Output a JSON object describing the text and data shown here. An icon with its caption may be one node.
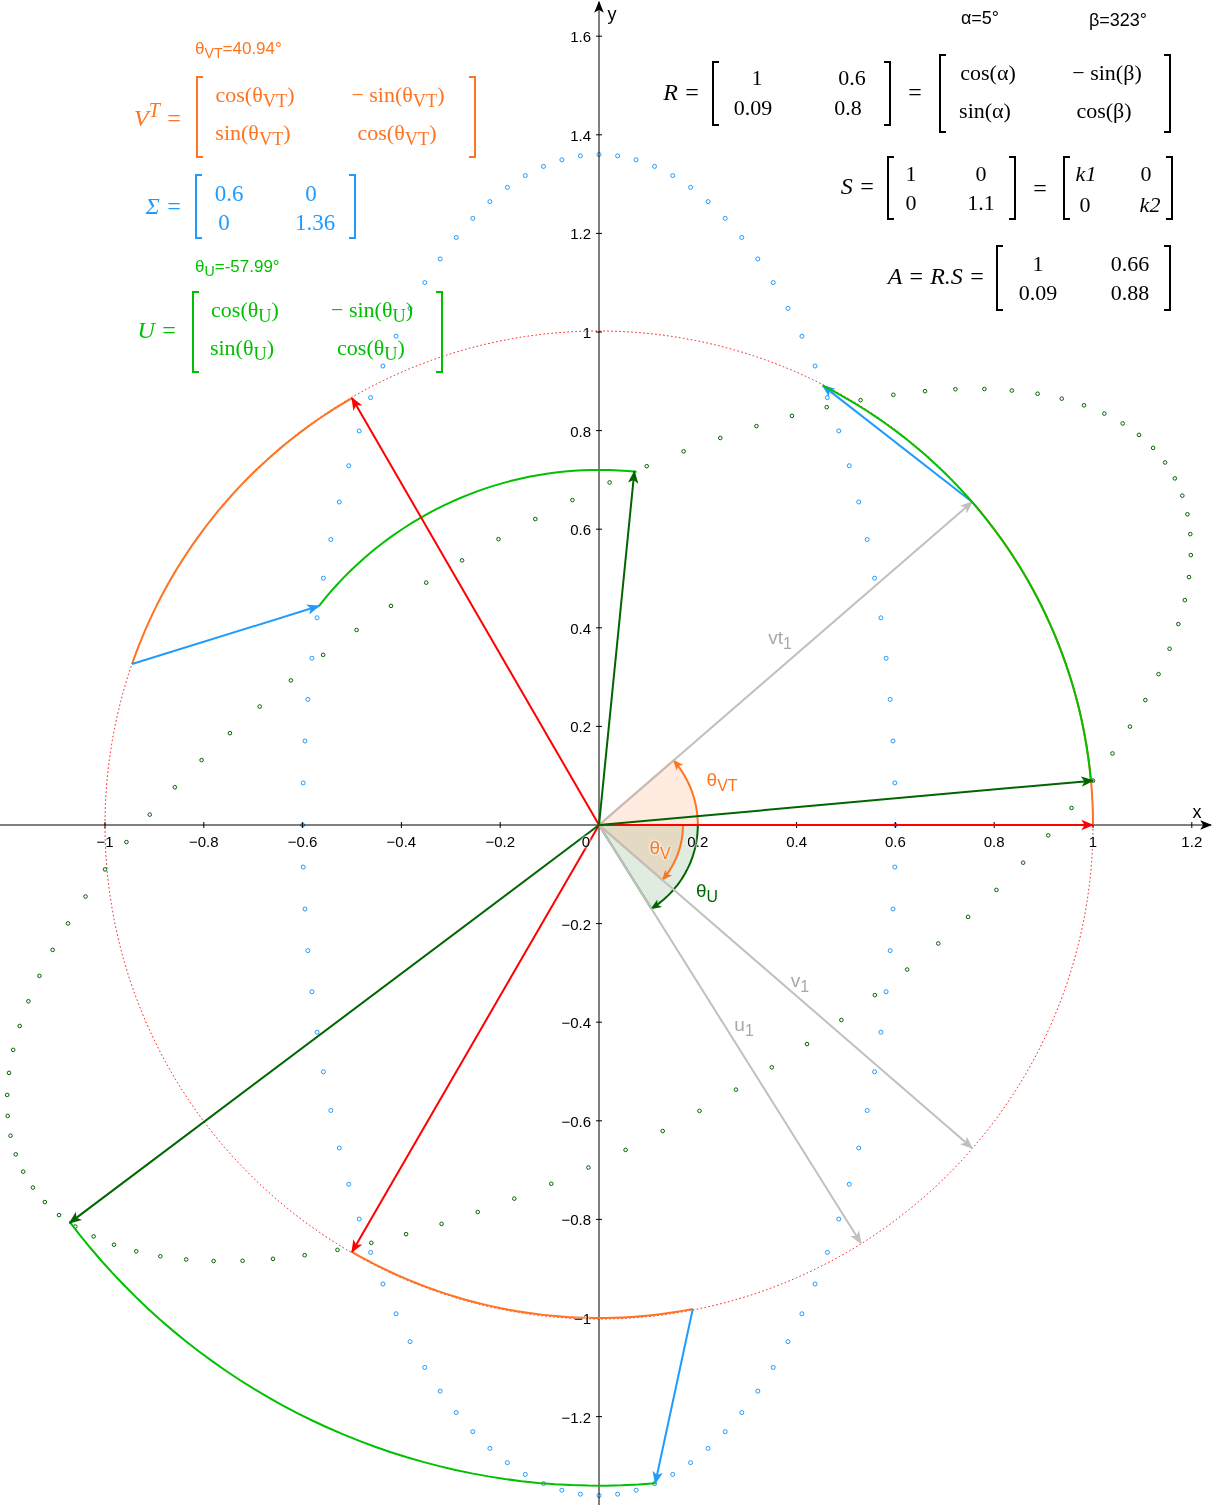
{
  "diagram": {
    "labels": [
      "α=5°",
      "β=323°",
      "θ$_{VT}$=40.94°",
      "V$^{T}$ =",
      "cos(θ$_{VT}$)",
      "− sin(θ$_{VT}$)",
      "sin(θ$_{VT}$)",
      "cos(θ$_{VT}$)",
      "R =",
      "1",
      "0.6",
      "0.09",
      "0.8",
      "=",
      "cos(α)",
      "− sin(β)",
      "sin(α)",
      "cos(β)",
      "Σ =",
      "0.6",
      "0",
      "0",
      "1.36",
      "S =",
      "1",
      "0",
      "0",
      "1.1",
      "=",
      "k1",
      "0",
      "0",
      "k2",
      "θ$_{U}$=-57.99°",
      "A = R.S =",
      "1",
      "0.66",
      "0.09",
      "0.88",
      "U =",
      "cos(θ$_{U}$)",
      "− sin(θ$_{U}$)",
      "sin(θ$_{U}$)",
      "cos(θ$_{U}$)",
      "y",
      "x",
      "1.6",
      "1.4",
      "1.2",
      "1",
      "0.8",
      "0.6",
      "0.4",
      "0.2",
      "−0.2",
      "−0.4",
      "−0.6",
      "−0.8",
      "−1",
      "−1.2",
      "−1",
      "−0.8",
      "−0.6",
      "−0.4",
      "−0.2",
      "0",
      "0.2",
      "0.4",
      "0.6",
      "0.8",
      "1",
      "1.2",
      "vt$_{1}$",
      "θ$_{VT}$",
      "θ$_{V}$",
      "θ$_{U}$",
      "v$_{1}$",
      "u$_{1}$"
    ]
  }
}
